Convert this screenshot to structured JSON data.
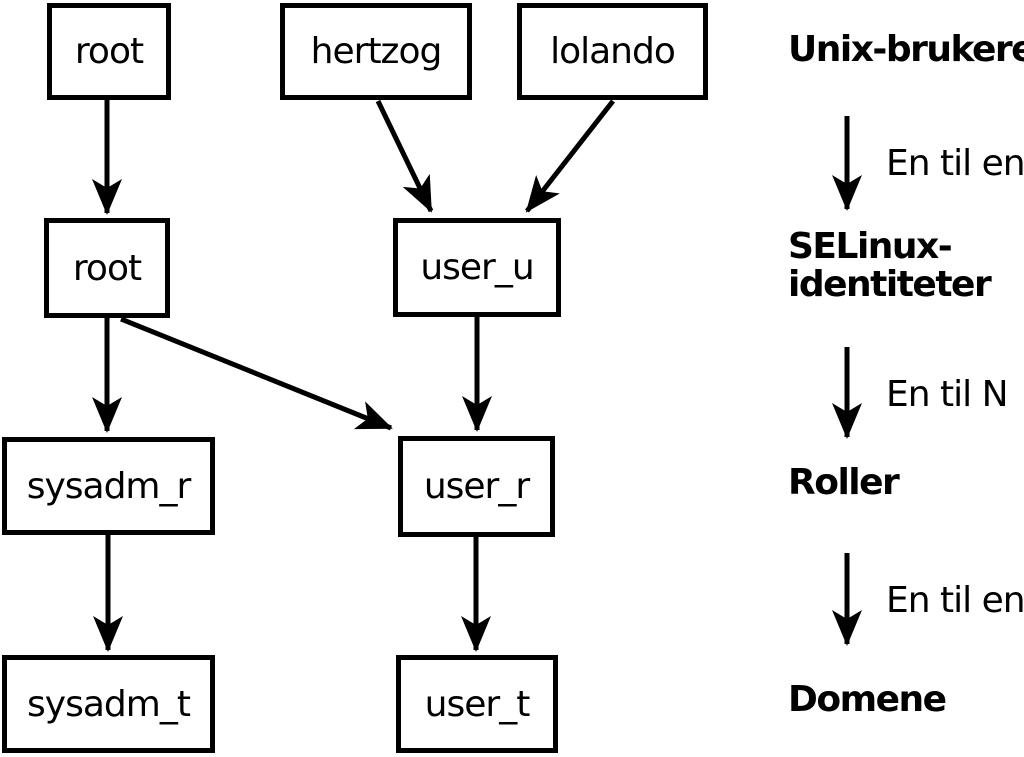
{
  "colors": {
    "background": "#ffffff",
    "line": "#000000",
    "text": "#000000"
  },
  "nodes": {
    "unix_root": "root",
    "unix_hertzog": "hertzog",
    "unix_lolando": "lolando",
    "selinux_root": "root",
    "selinux_user_u": "user_u",
    "role_sysadm_r": "sysadm_r",
    "role_user_r": "user_r",
    "domain_sysadm_t": "sysadm_t",
    "domain_user_t": "user_t"
  },
  "edges": [
    {
      "from": "unix_root",
      "to": "selinux_root"
    },
    {
      "from": "unix_hertzog",
      "to": "selinux_user_u"
    },
    {
      "from": "unix_lolando",
      "to": "selinux_user_u"
    },
    {
      "from": "selinux_root",
      "to": "role_sysadm_r"
    },
    {
      "from": "selinux_root",
      "to": "role_user_r"
    },
    {
      "from": "selinux_user_u",
      "to": "role_user_r"
    },
    {
      "from": "role_sysadm_r",
      "to": "domain_sysadm_t"
    },
    {
      "from": "role_user_r",
      "to": "domain_user_t"
    }
  ],
  "legend": {
    "level1": "Unix-brukere",
    "arrow1_label": "En til en",
    "level2_line1": "SELinux-",
    "level2_line2": "identiteter",
    "arrow2_label": "En til N",
    "level3": "Roller",
    "arrow3_label": "En til en",
    "level4": "Domene"
  }
}
